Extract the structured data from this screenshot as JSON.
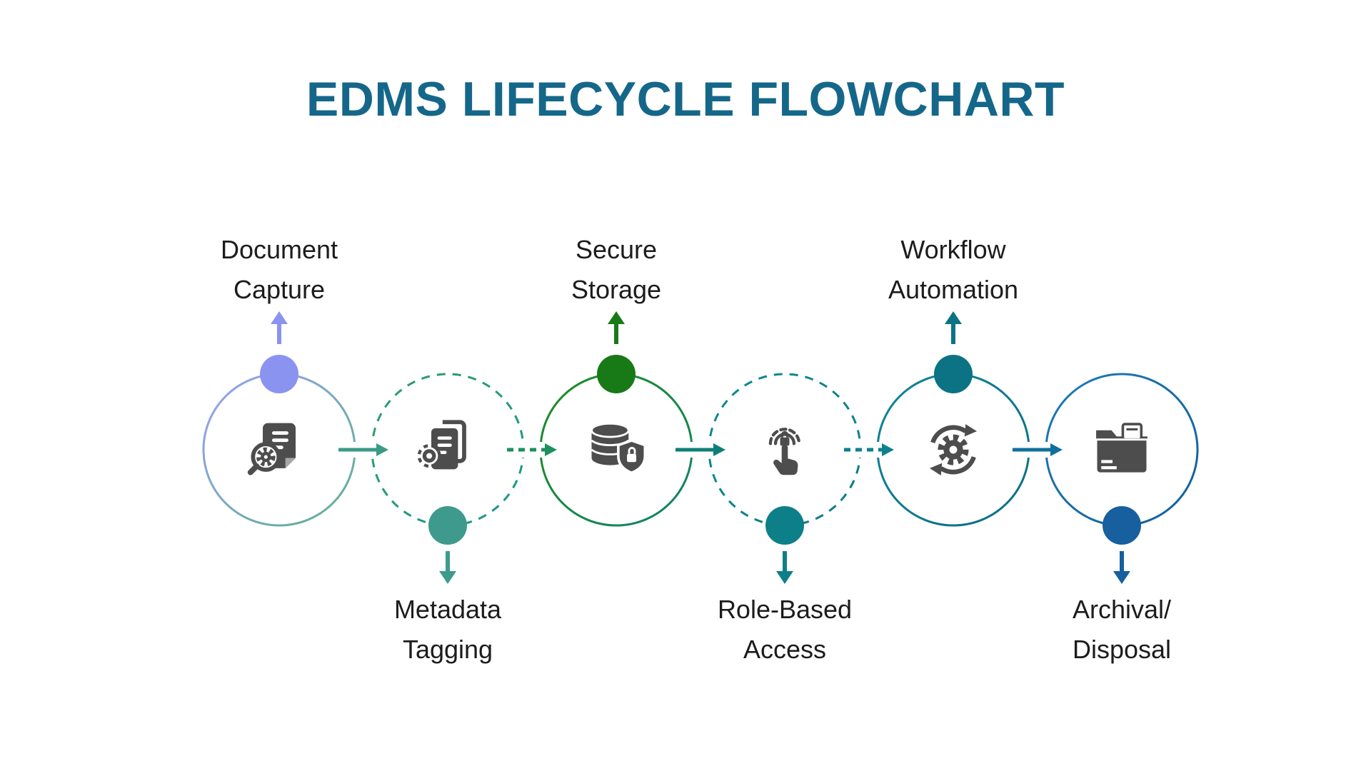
{
  "title": "EDMS LIFECYCLE FLOWCHART",
  "title_color": "#15678a",
  "background_color": "#ffffff",
  "icon_color": "#4d4d4d",
  "steps": [
    {
      "id": "document-capture",
      "label_lines": [
        "Document",
        "Capture"
      ],
      "label_position": "top",
      "ring_style": "solid",
      "dot_color": "#8a93f0",
      "icon": "document-search-gear-icon"
    },
    {
      "id": "metadata-tagging",
      "label_lines": [
        "Metadata",
        "Tagging"
      ],
      "label_position": "bottom",
      "ring_style": "dashed",
      "dot_color": "#3d9a8c",
      "icon": "document-gear-icon"
    },
    {
      "id": "secure-storage",
      "label_lines": [
        "Secure",
        "Storage"
      ],
      "label_position": "top",
      "ring_style": "solid",
      "dot_color": "#187a16",
      "icon": "database-shield-lock-icon"
    },
    {
      "id": "role-based-access",
      "label_lines": [
        "Role-Based",
        "Access"
      ],
      "label_position": "bottom",
      "ring_style": "dashed",
      "dot_color": "#0d7f88",
      "icon": "tap-lock-icon"
    },
    {
      "id": "workflow-automation",
      "label_lines": [
        "Workflow",
        "Automation"
      ],
      "label_position": "top",
      "ring_style": "solid",
      "dot_color": "#0b7383",
      "icon": "gear-cycle-icon"
    },
    {
      "id": "archival-disposal",
      "label_lines": [
        "Archival/",
        "Disposal"
      ],
      "label_position": "bottom",
      "ring_style": "solid",
      "dot_color": "#175f9e",
      "icon": "folder-archive-icon"
    }
  ],
  "connectors": [
    {
      "from": "document-capture",
      "to": "metadata-tagging",
      "style": "solid",
      "color": "#3a9a86"
    },
    {
      "from": "metadata-tagging",
      "to": "secure-storage",
      "style": "dashed",
      "color": "#1d9060"
    },
    {
      "from": "secure-storage",
      "to": "role-based-access",
      "style": "solid",
      "color": "#0c7f75"
    },
    {
      "from": "role-based-access",
      "to": "workflow-automation",
      "style": "dashed",
      "color": "#0d808e"
    },
    {
      "from": "workflow-automation",
      "to": "archival-disposal",
      "style": "solid",
      "color": "#106f9b"
    }
  ]
}
